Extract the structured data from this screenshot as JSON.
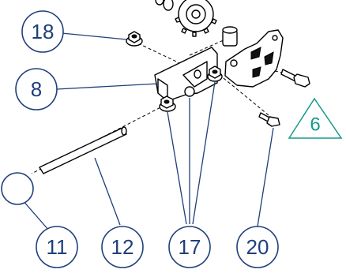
{
  "callouts": {
    "c18": "18",
    "c8": "8",
    "c11": "11",
    "c12": "12",
    "c17": "17",
    "c20": "20",
    "c6": "6"
  },
  "colors": {
    "callout_stroke": "#1f3f7a",
    "triangle_stroke": "#1a9a8a"
  }
}
